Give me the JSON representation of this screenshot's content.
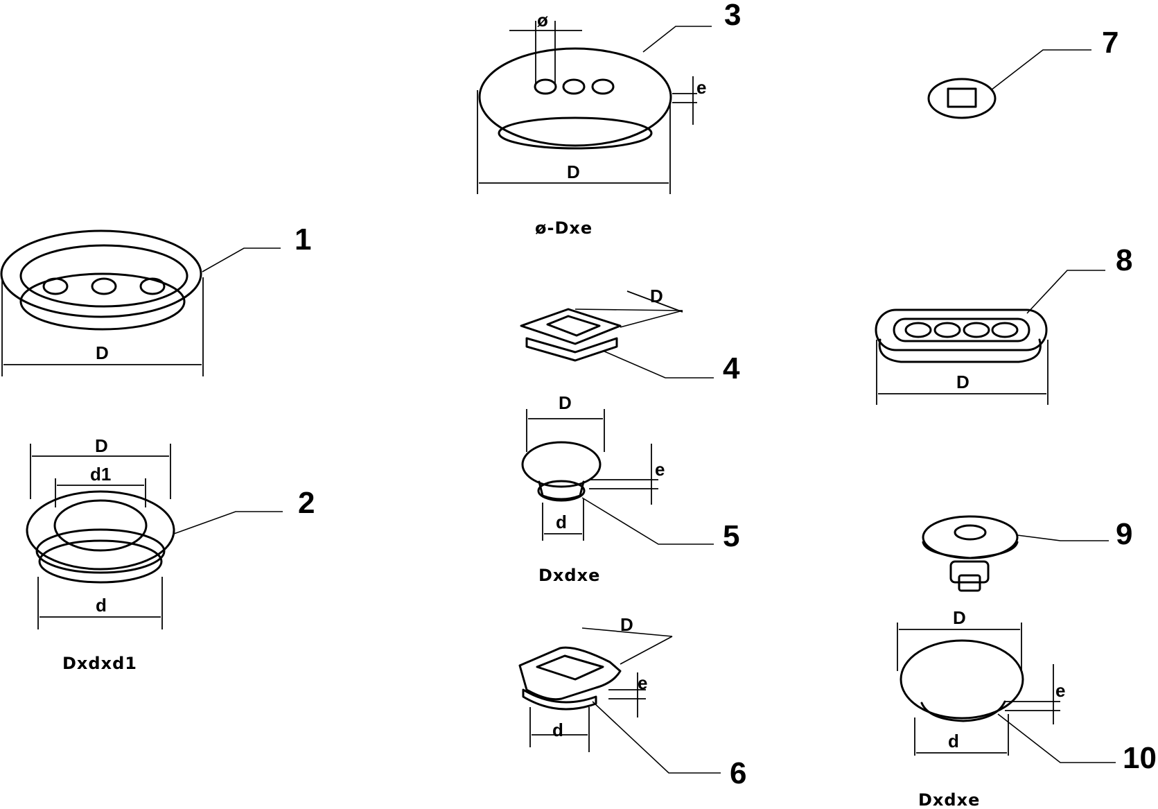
{
  "callouts": [
    "1",
    "2",
    "3",
    "4",
    "5",
    "6",
    "7",
    "8",
    "9",
    "10"
  ],
  "dimension_labels": {
    "d_upper": "D",
    "d_lower": "d",
    "d1": "d1",
    "e": "e",
    "phi": "ø"
  },
  "captions": {
    "item2": "Dxdxd1",
    "item3": "ø-Dxe",
    "item5": "Dxdxe",
    "item10": "Dxdxe"
  }
}
